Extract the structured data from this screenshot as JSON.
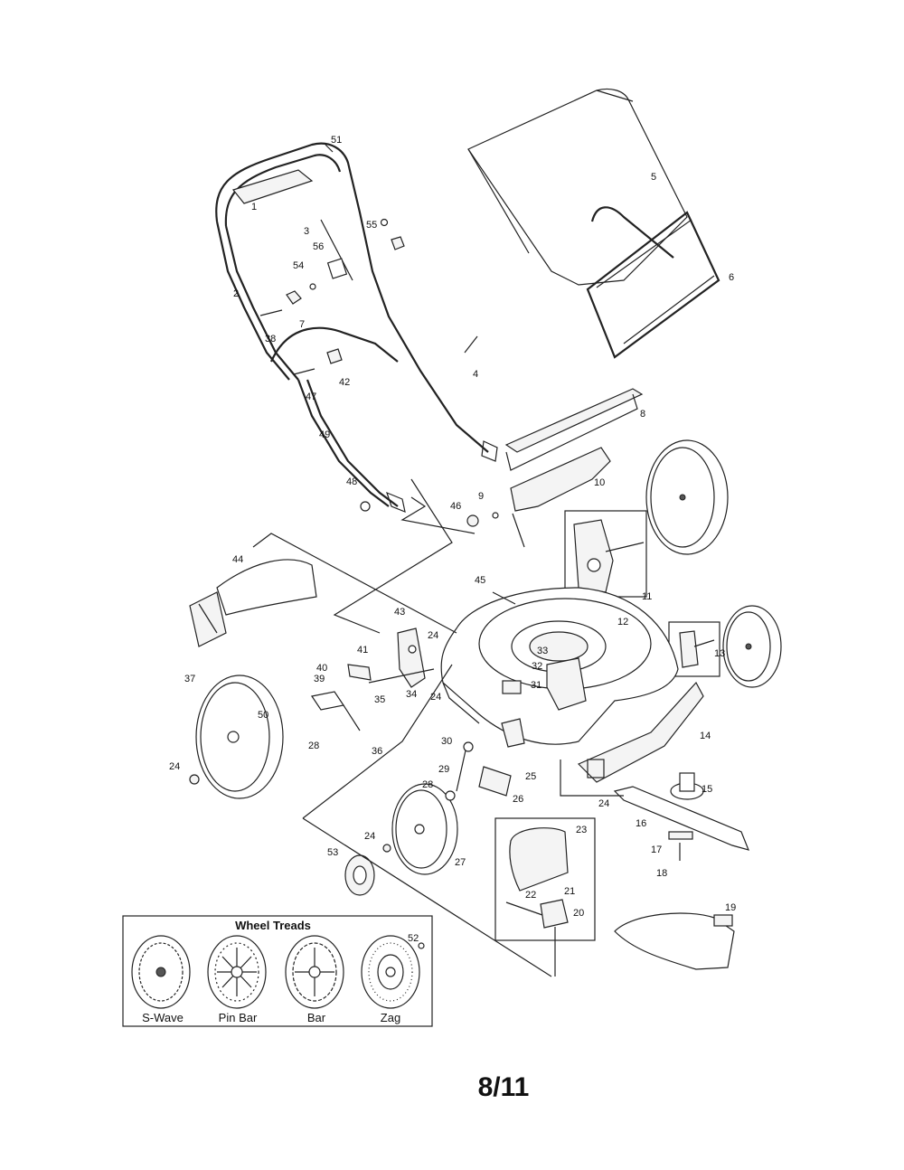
{
  "page_number": "8/11",
  "wheel_treads": {
    "title": "Wheel Treads",
    "types": [
      "S-Wave",
      "Pin Bar",
      "Bar",
      "Zag"
    ]
  },
  "callouts": {
    "c1": "1",
    "c2": "2",
    "c3": "3",
    "c4": "4",
    "c5": "5",
    "c6": "6",
    "c7": "7",
    "c8": "8",
    "c9": "9",
    "c10": "10",
    "c11": "11",
    "c12": "12",
    "c13": "13",
    "c14": "14",
    "c15": "15",
    "c16": "16",
    "c17": "17",
    "c18": "18",
    "c19": "19",
    "c20": "20",
    "c21": "21",
    "c22": "22",
    "c23": "23",
    "c24a": "24",
    "c24b": "24",
    "c24c": "24",
    "c24d": "24",
    "c24e": "24",
    "c25": "25",
    "c26": "26",
    "c27": "27",
    "c28a": "28",
    "c28b": "28",
    "c29": "29",
    "c30": "30",
    "c31": "31",
    "c32": "32",
    "c33": "33",
    "c34": "34",
    "c35": "35",
    "c36": "36",
    "c37": "37",
    "c38": "38",
    "c39": "39",
    "c40": "40",
    "c41": "41",
    "c42": "42",
    "c43": "43",
    "c44": "44",
    "c45": "45",
    "c46": "46",
    "c47": "47",
    "c48": "48",
    "c49": "49",
    "c50": "50",
    "c51": "51",
    "c52": "52",
    "c53": "53",
    "c54": "54",
    "c55": "55",
    "c56": "56"
  }
}
